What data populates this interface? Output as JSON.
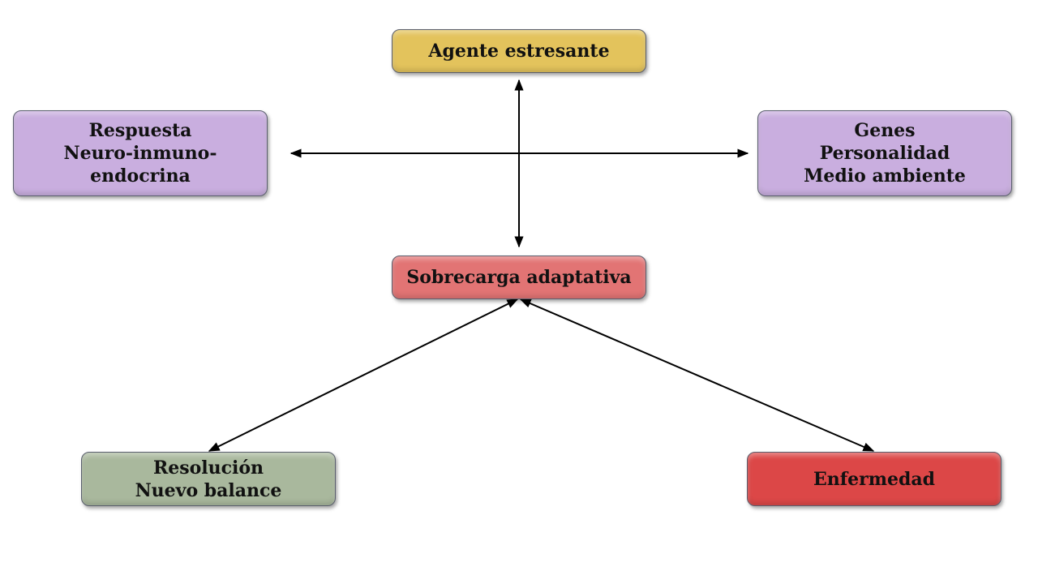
{
  "nodes": {
    "agente": {
      "lines": [
        "Agente estresante"
      ],
      "color": "#e3c35c"
    },
    "respuesta": {
      "lines": [
        "Respuesta",
        "Neuro-inmuno-",
        "endocrina"
      ],
      "color": "#c9aedf"
    },
    "genes": {
      "lines": [
        "Genes",
        "Personalidad",
        "Medio ambiente"
      ],
      "color": "#c9aedf"
    },
    "sobrecarga": {
      "lines": [
        "Sobrecarga adaptativa"
      ],
      "color": "#e27474"
    },
    "resolucion": {
      "lines": [
        "Resolución",
        "Nuevo balance"
      ],
      "color": "#a9b89d"
    },
    "enfermedad": {
      "lines": [
        "Enfermedad"
      ],
      "color": "#dc4747"
    }
  },
  "arrow_color": "#000000"
}
